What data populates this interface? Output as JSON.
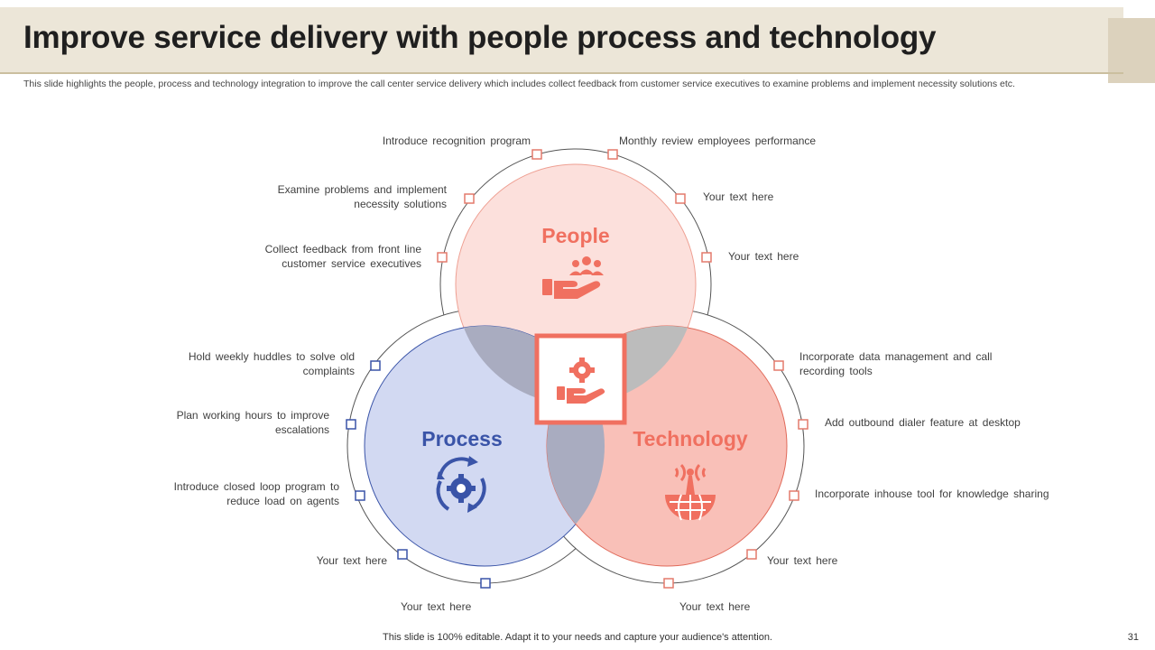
{
  "title": "Improve service delivery with people process and technology",
  "description": "This slide highlights the people, process and technology integration to improve the call center service delivery which includes collect feedback from customer service executives to examine problems and implement necessity solutions etc.",
  "circles": {
    "people": {
      "label": "People",
      "icon": "people-in-hand-icon",
      "color": "#f07060"
    },
    "process": {
      "label": "Process",
      "icon": "gear-cycle-icon",
      "color": "#3a54a8"
    },
    "technology": {
      "label": "Technology",
      "icon": "antenna-globe-icon",
      "color": "#f07060"
    },
    "center": {
      "icon": "gear-in-hand-icon"
    }
  },
  "labels": {
    "people_1": "Introduce recognition program",
    "people_2": "Monthly review employees performance",
    "people_3": "Examine problems and implement necessity solutions",
    "people_4": "Your text here",
    "people_5": "Collect feedback from front line customer service executives",
    "people_6": "Your text here",
    "process_1": "Hold weekly huddles to solve old complaints",
    "process_2": "Plan working hours to improve escalations",
    "process_3": "Introduce closed loop program to reduce load on agents",
    "process_4": "Your text here",
    "process_5": "Your text here",
    "tech_1": "Incorporate data management and call recording tools",
    "tech_2": "Add outbound dialer feature at desktop",
    "tech_3": "Incorporate inhouse tool for knowledge sharing",
    "tech_4": "Your text here",
    "tech_5": "Your text here"
  },
  "footer": "This slide is 100% editable. Adapt it to your needs and capture your audience's attention.",
  "page_number": "31"
}
